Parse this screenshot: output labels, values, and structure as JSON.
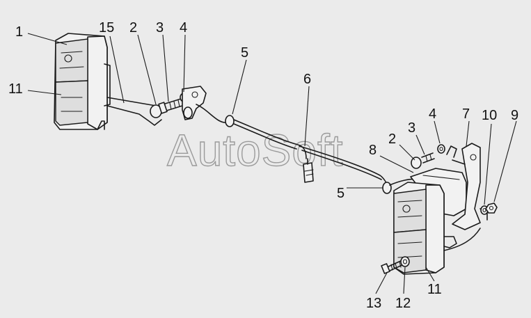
{
  "watermark": "AutoSoft",
  "callouts": {
    "c1": "1",
    "c2a": "2",
    "c2b": "2",
    "c3a": "3",
    "c3b": "3",
    "c4a": "4",
    "c4b": "4",
    "c5a": "5",
    "c5b": "5",
    "c6": "6",
    "c7": "7",
    "c8": "8",
    "c9": "9",
    "c10": "10",
    "c11a": "11",
    "c11b": "11",
    "c12": "12",
    "c13": "13",
    "c15": "15"
  }
}
